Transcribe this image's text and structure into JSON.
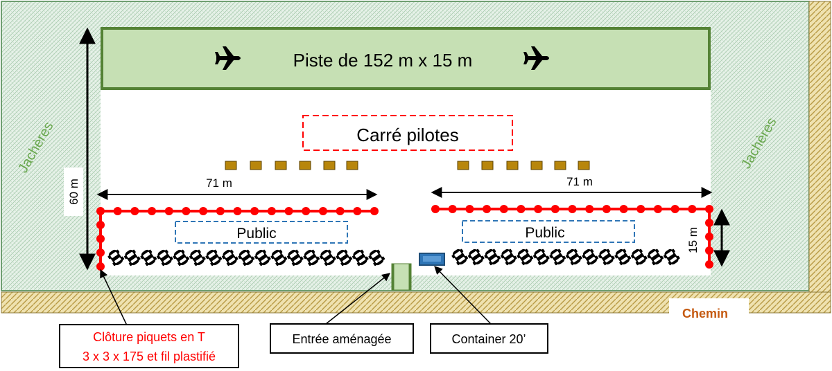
{
  "runway": {
    "label": "Piste de 152 m x 15 m"
  },
  "pilot_area": {
    "label": "Carré pilotes"
  },
  "fallow_labels": {
    "left": "Jachères",
    "right": "Jachères"
  },
  "dimensions": {
    "height_60": "60 m",
    "left_71": "71 m",
    "right_71": "71 m",
    "depth_15": "15 m"
  },
  "public_zones": {
    "left": "Public",
    "right": "Public"
  },
  "path": {
    "label": "Chemin"
  },
  "callouts": {
    "fence_line1": "Clôture piquets en T",
    "fence_line2": "3 x 3 x 175 et fil plastifié",
    "entrance": "Entrée aménagée",
    "container": "Container 20’"
  },
  "icons": {
    "plane": "airplane-icon",
    "car": "car-icon"
  },
  "colors": {
    "grass": "#dbeadf",
    "grass_border": "#6e9e70",
    "runway_fill": "#c6e0b4",
    "runway_border": "#548235",
    "fence": "#ff0000",
    "public_box": "#2e75b6",
    "pilot_box": "#ff0000",
    "marker": "#b8860b",
    "container": "#2e75b6",
    "path_fill": "#d9c27a",
    "path_label": "#c55a11",
    "fallow_text": "#6aa84f"
  }
}
